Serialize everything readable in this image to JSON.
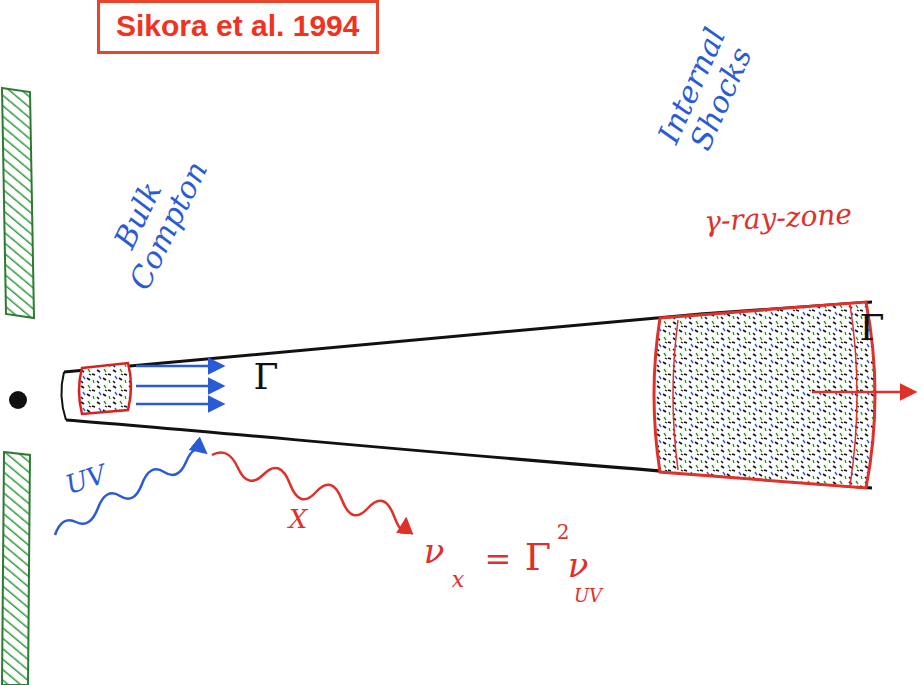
{
  "diagram": {
    "title": "Sikora et al. 1994",
    "labels": [
      "Bulk Compton",
      "Γ",
      "Internal Shocks",
      "γ-ray-zone",
      "Γ",
      "UV",
      "X",
      "ν",
      "x",
      "=",
      "Γ",
      "2",
      "ν",
      "UV"
    ]
  }
}
